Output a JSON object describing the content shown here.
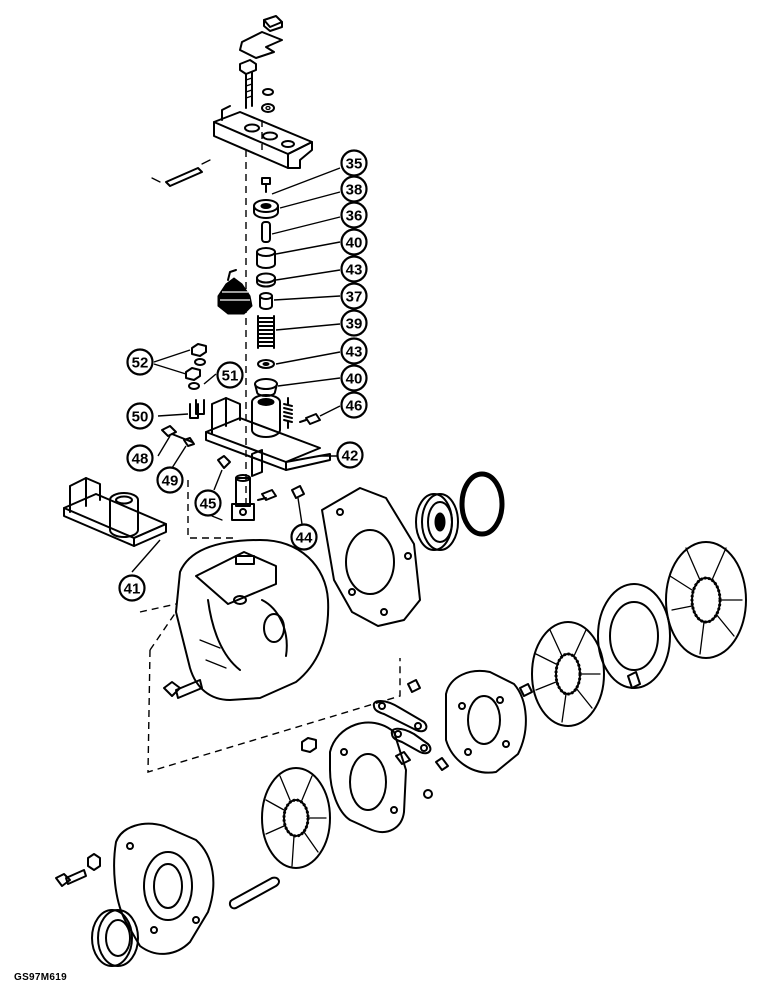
{
  "figure": {
    "id_label": "GS97M619"
  },
  "callouts": [
    {
      "key": "c35",
      "label": "35"
    },
    {
      "key": "c38",
      "label": "38"
    },
    {
      "key": "c36",
      "label": "36"
    },
    {
      "key": "c40a",
      "label": "40"
    },
    {
      "key": "c43a",
      "label": "43"
    },
    {
      "key": "c37",
      "label": "37"
    },
    {
      "key": "c39",
      "label": "39"
    },
    {
      "key": "c43b",
      "label": "43"
    },
    {
      "key": "c40b",
      "label": "40"
    },
    {
      "key": "c46",
      "label": "46"
    },
    {
      "key": "c42",
      "label": "42"
    },
    {
      "key": "c52",
      "label": "52"
    },
    {
      "key": "c51",
      "label": "51"
    },
    {
      "key": "c50",
      "label": "50"
    },
    {
      "key": "c48",
      "label": "48"
    },
    {
      "key": "c49",
      "label": "49"
    },
    {
      "key": "c45",
      "label": "45"
    },
    {
      "key": "c44",
      "label": "44"
    },
    {
      "key": "c41",
      "label": "41"
    }
  ],
  "colors": {
    "ink": "#000000",
    "paper": "#ffffff"
  }
}
